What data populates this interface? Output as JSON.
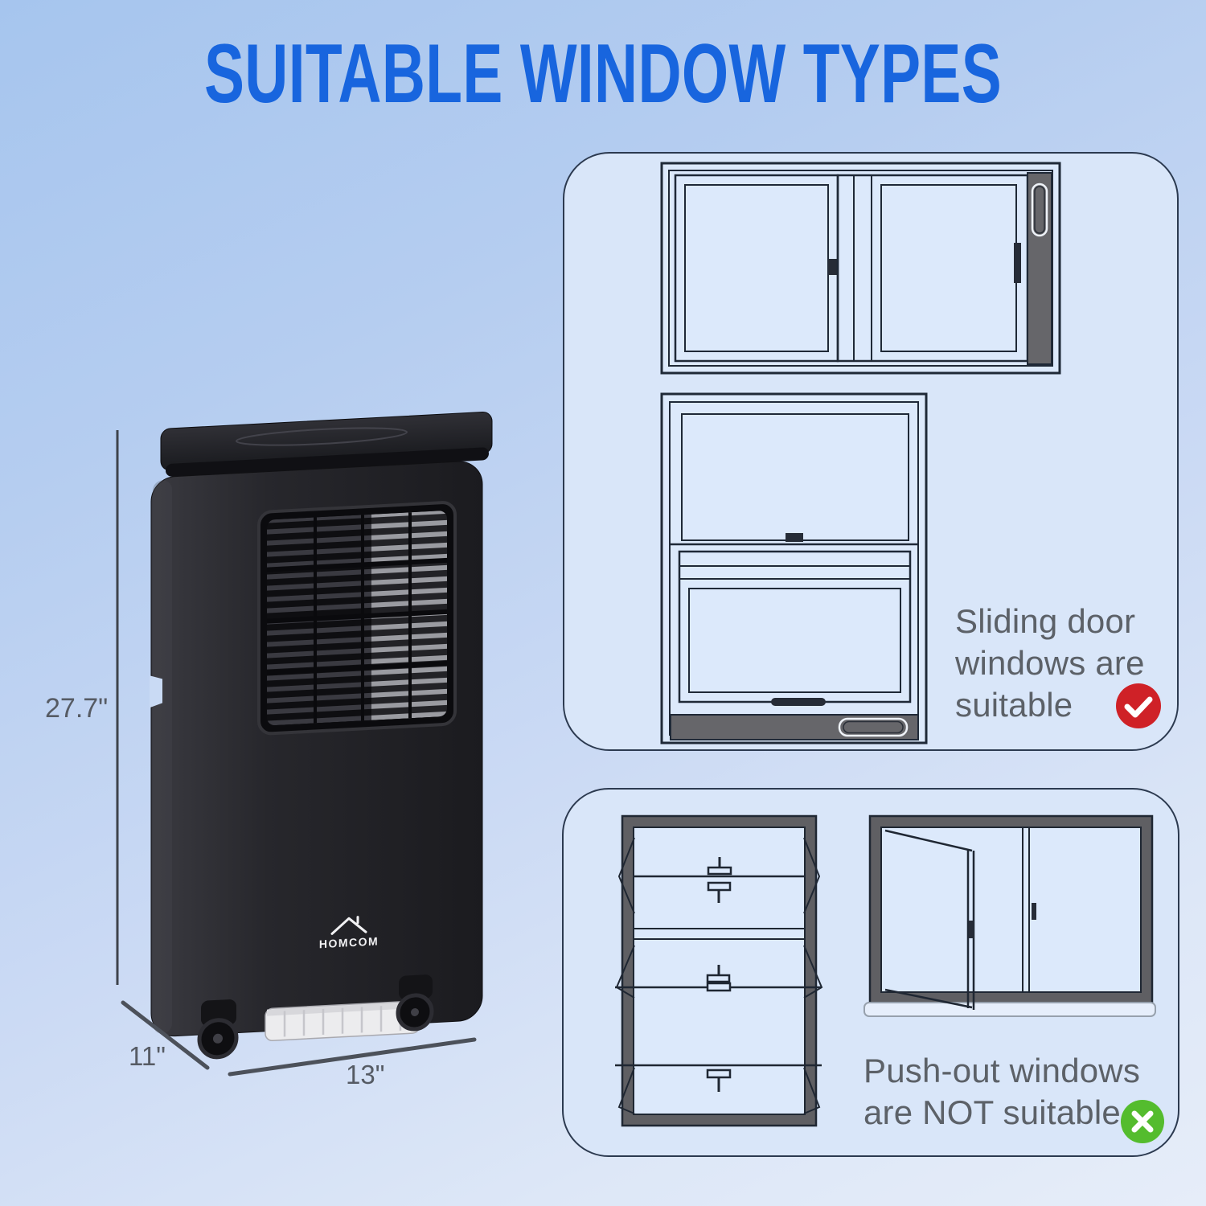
{
  "title": "SUITABLE WINDOW TYPES",
  "product": {
    "name": "portable air conditioner",
    "brand": "HOMCOM",
    "dimensions": {
      "height": "27.7\"",
      "depth": "11\"",
      "width": "13\""
    }
  },
  "panels": {
    "suitable": {
      "caption": [
        "Sliding door",
        "windows are",
        "suitable"
      ],
      "verdict": "suitable",
      "badge": "check",
      "diagrams": [
        "horizontal-sliding-window",
        "vertical-sliding-window"
      ]
    },
    "not_suitable": {
      "caption": [
        "Push-out windows",
        "are NOT suitable"
      ],
      "verdict": "not suitable",
      "badge": "cross",
      "diagrams": [
        "awning-push-out-window",
        "casement-push-out-window"
      ]
    }
  },
  "colors": {
    "title_blue": "#1865de",
    "background_top": "#a6c5ee",
    "background_bottom": "#e6edf9",
    "panel_fill": "#d9e6f9",
    "caption_text": "#5c6168",
    "check_red": "#cf2127",
    "cross_green": "#54bc2e"
  }
}
